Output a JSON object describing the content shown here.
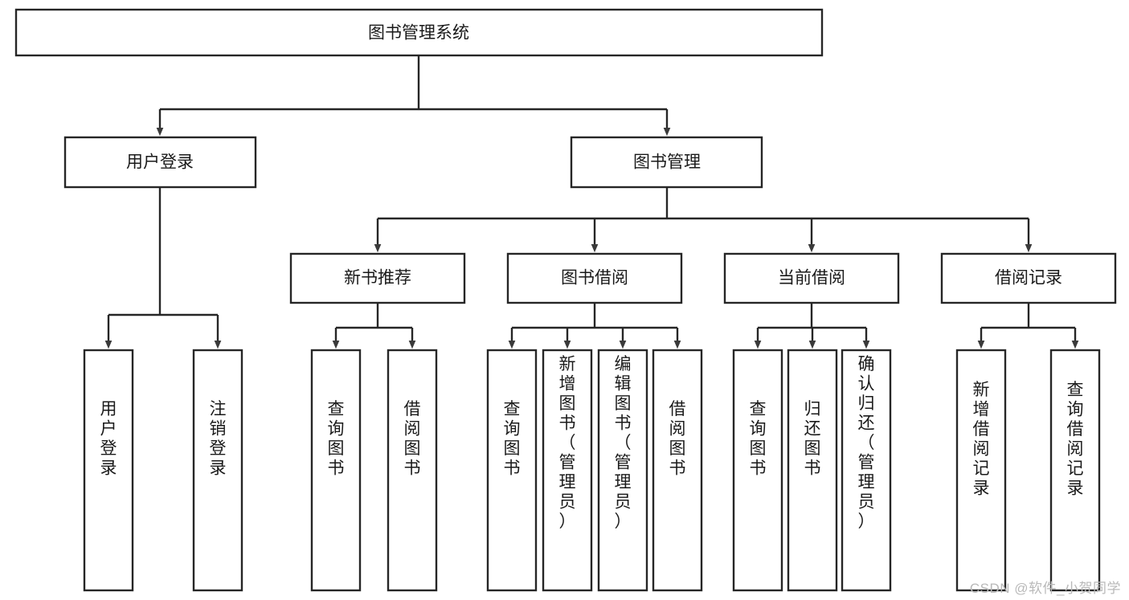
{
  "diagram": {
    "type": "tree",
    "title": "图书管理系统",
    "orientation": "top-down",
    "colors": {
      "box_fill": "#ffffff",
      "box_stroke": "#262626",
      "text": "#1a1a1a",
      "watermark": "#b9b9b9",
      "background": "#ffffff"
    },
    "levels": [
      {
        "level": 1,
        "nodes": [
          {
            "id": "root",
            "label": "图书管理系统",
            "orientation": "horizontal"
          }
        ]
      },
      {
        "level": 2,
        "nodes": [
          {
            "id": "login",
            "label": "用户登录",
            "orientation": "horizontal",
            "parent": "root"
          },
          {
            "id": "bookmgmt",
            "label": "图书管理",
            "orientation": "horizontal",
            "parent": "root"
          }
        ]
      },
      {
        "level": 3,
        "nodes": [
          {
            "id": "newbook",
            "label": "新书推荐",
            "orientation": "horizontal",
            "parent": "bookmgmt"
          },
          {
            "id": "borrow",
            "label": "图书借阅",
            "orientation": "horizontal",
            "parent": "bookmgmt"
          },
          {
            "id": "current",
            "label": "当前借阅",
            "orientation": "horizontal",
            "parent": "bookmgmt"
          },
          {
            "id": "records",
            "label": "借阅记录",
            "orientation": "horizontal",
            "parent": "bookmgmt"
          }
        ]
      },
      {
        "level": 4,
        "nodes": [
          {
            "id": "leaf-user-login",
            "label": "用户登录",
            "orientation": "vertical",
            "parent": "login"
          },
          {
            "id": "leaf-logout",
            "label": "注销登录",
            "orientation": "vertical",
            "parent": "login"
          },
          {
            "id": "leaf-query-book-1",
            "label": "查询图书",
            "orientation": "vertical",
            "parent": "newbook"
          },
          {
            "id": "leaf-borrow-book-1",
            "label": "借阅图书",
            "orientation": "vertical",
            "parent": "newbook"
          },
          {
            "id": "leaf-query-book-2",
            "label": "查询图书",
            "orientation": "vertical",
            "parent": "borrow"
          },
          {
            "id": "leaf-add-book",
            "label": "新增图书（管理员）",
            "orientation": "vertical",
            "parent": "borrow"
          },
          {
            "id": "leaf-edit-book",
            "label": "编辑图书（管理员）",
            "orientation": "vertical",
            "parent": "borrow"
          },
          {
            "id": "leaf-borrow-book-2",
            "label": "借阅图书",
            "orientation": "vertical",
            "parent": "borrow"
          },
          {
            "id": "leaf-query-book-3",
            "label": "查询图书",
            "orientation": "vertical",
            "parent": "current"
          },
          {
            "id": "leaf-return-book",
            "label": "归还图书",
            "orientation": "vertical",
            "parent": "current"
          },
          {
            "id": "leaf-confirm-return",
            "label": "确认归还（管理员）",
            "orientation": "vertical",
            "parent": "current"
          },
          {
            "id": "leaf-add-record",
            "label": "新增借阅记录",
            "orientation": "vertical",
            "parent": "records"
          },
          {
            "id": "leaf-query-record",
            "label": "查询借阅记录",
            "orientation": "vertical",
            "parent": "records"
          }
        ]
      }
    ]
  },
  "watermark": {
    "text": "CSDN @软件_小贺同学"
  }
}
